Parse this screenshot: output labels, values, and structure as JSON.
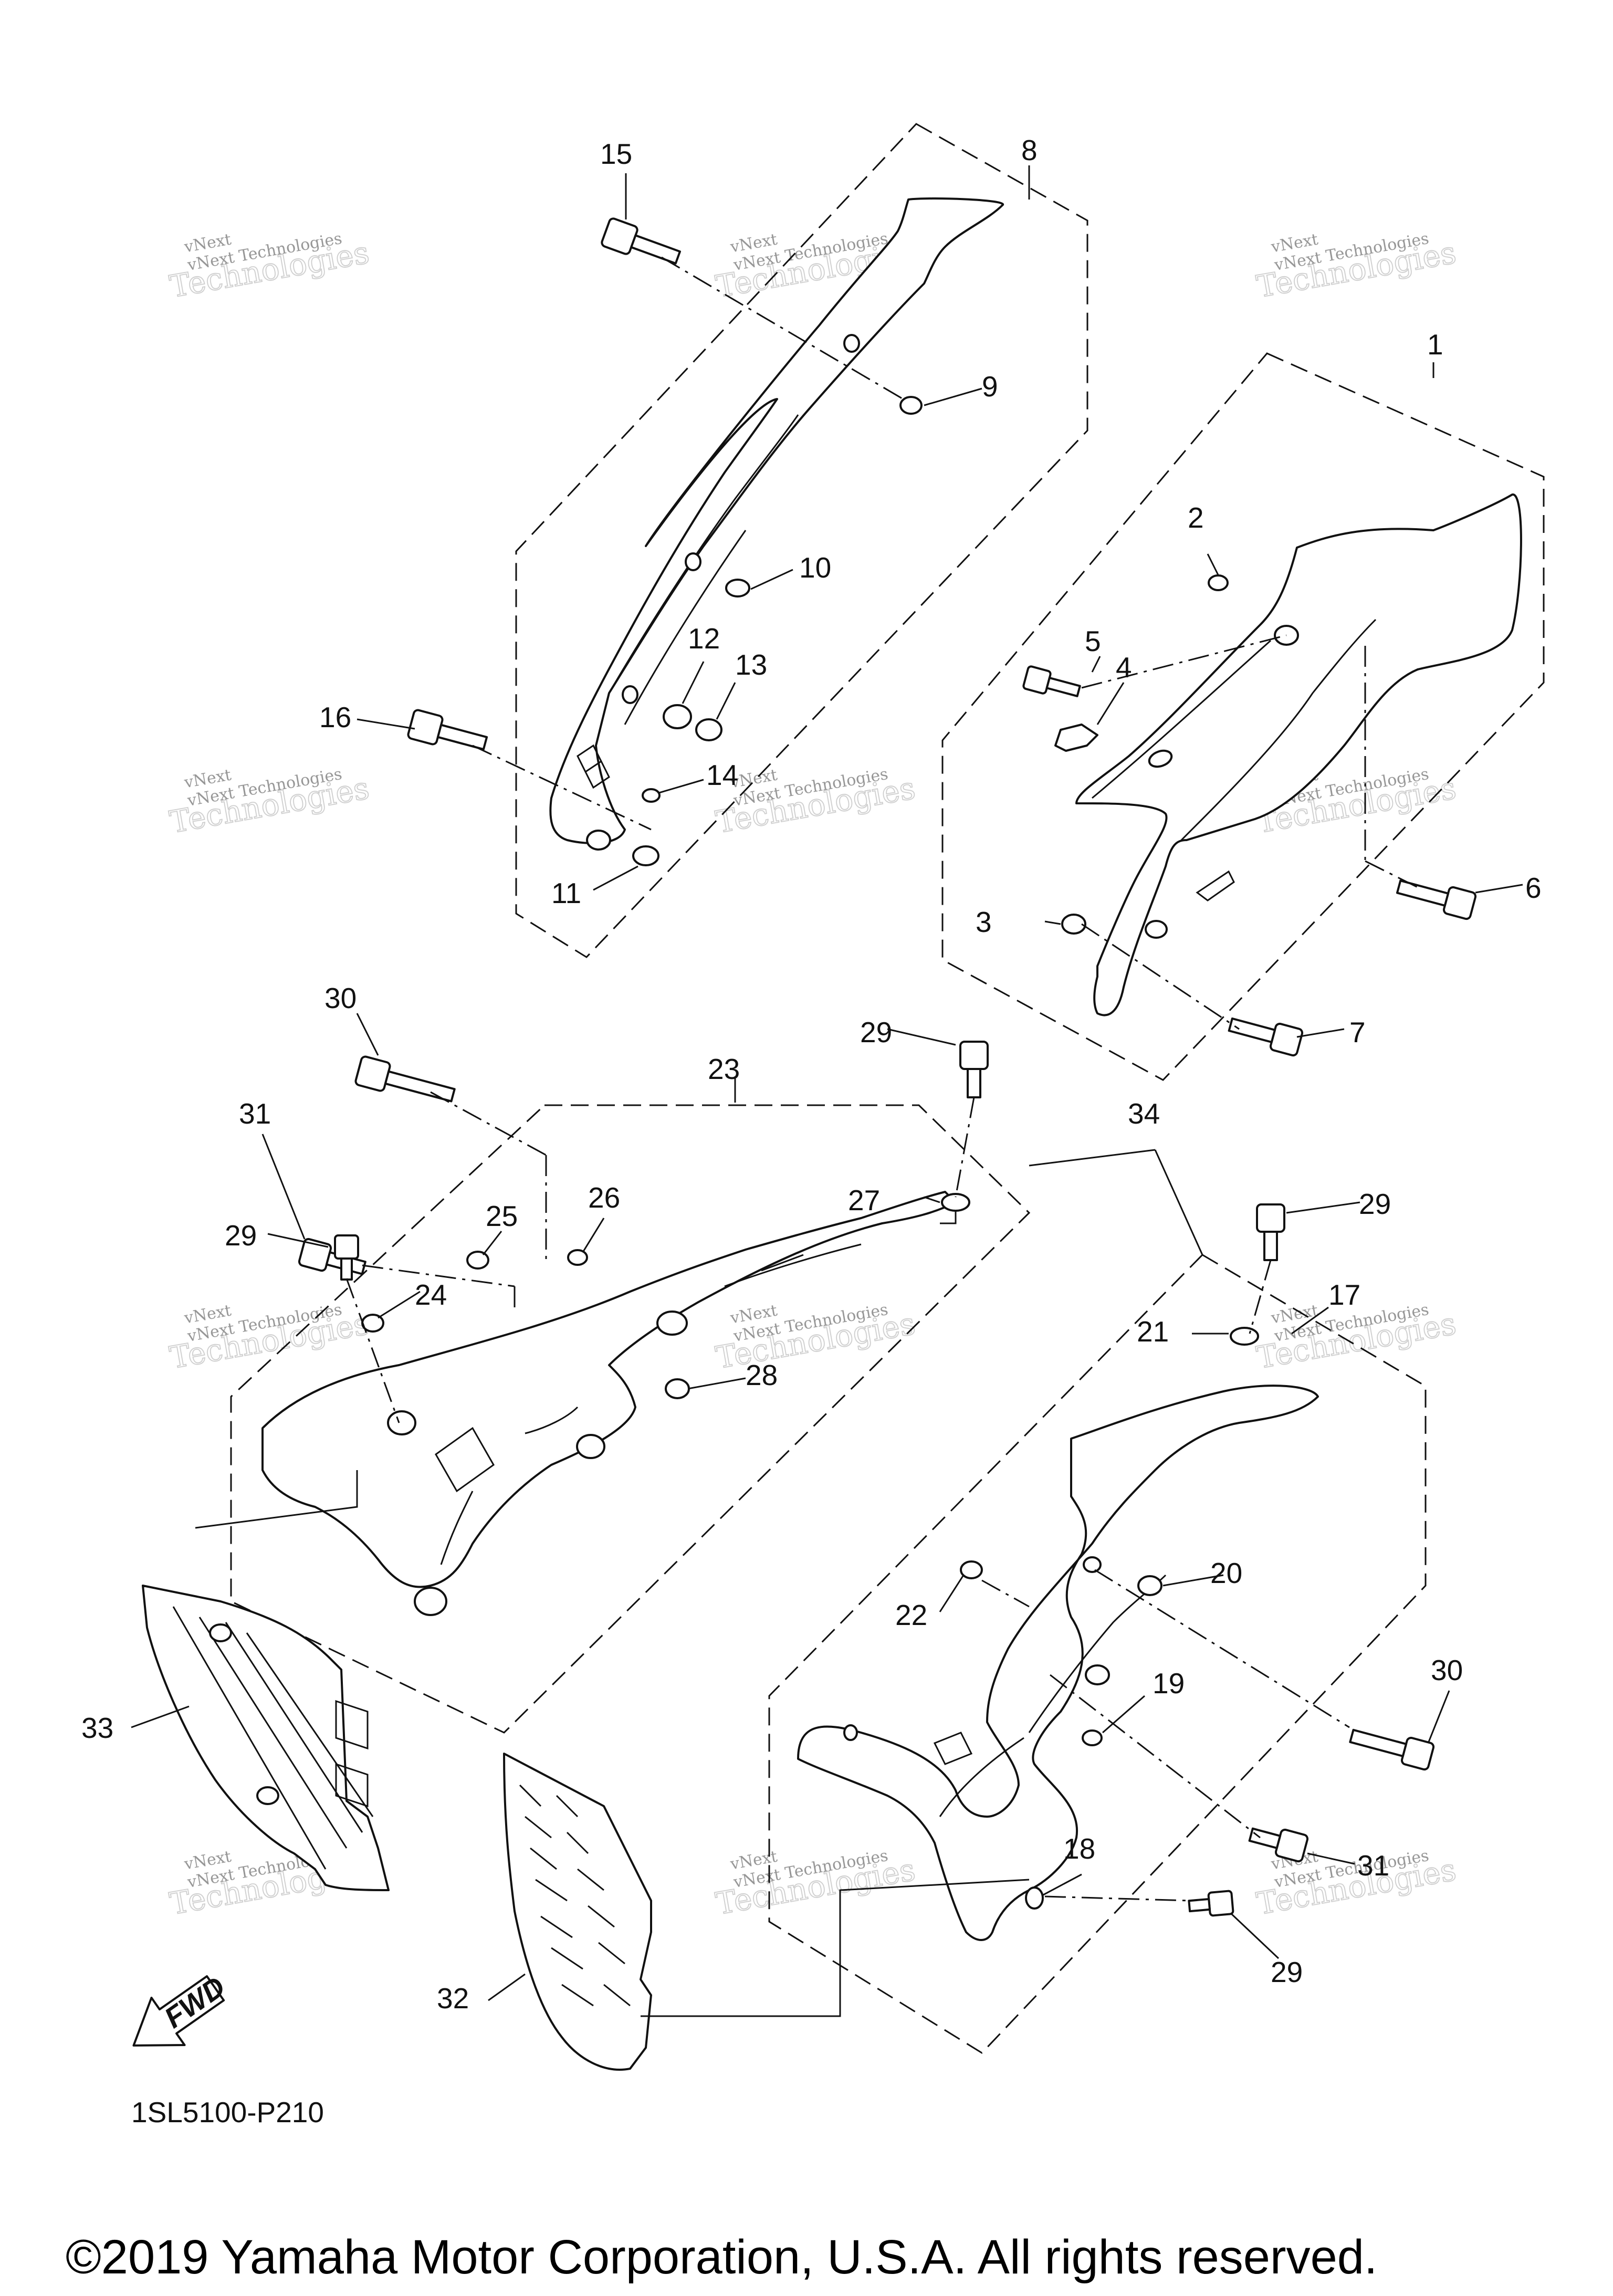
{
  "diagram_code": "1SL5100-P210",
  "copyright": "©2019 Yamaha Motor Corporation, U.S.A. All rights reserved.",
  "fwd_label": "FWD",
  "watermark": {
    "line1": "vNext",
    "line2": "vNext Technologies",
    "big": "Technologies"
  },
  "callouts": [
    "1",
    "2",
    "3",
    "4",
    "5",
    "6",
    "7",
    "8",
    "9",
    "10",
    "11",
    "12",
    "13",
    "14",
    "15",
    "16",
    "17",
    "18",
    "19",
    "20",
    "21",
    "22",
    "23",
    "24",
    "25",
    "26",
    "27",
    "28",
    "29",
    "29",
    "29",
    "29",
    "30",
    "30",
    "31",
    "31",
    "32",
    "33",
    "34"
  ]
}
